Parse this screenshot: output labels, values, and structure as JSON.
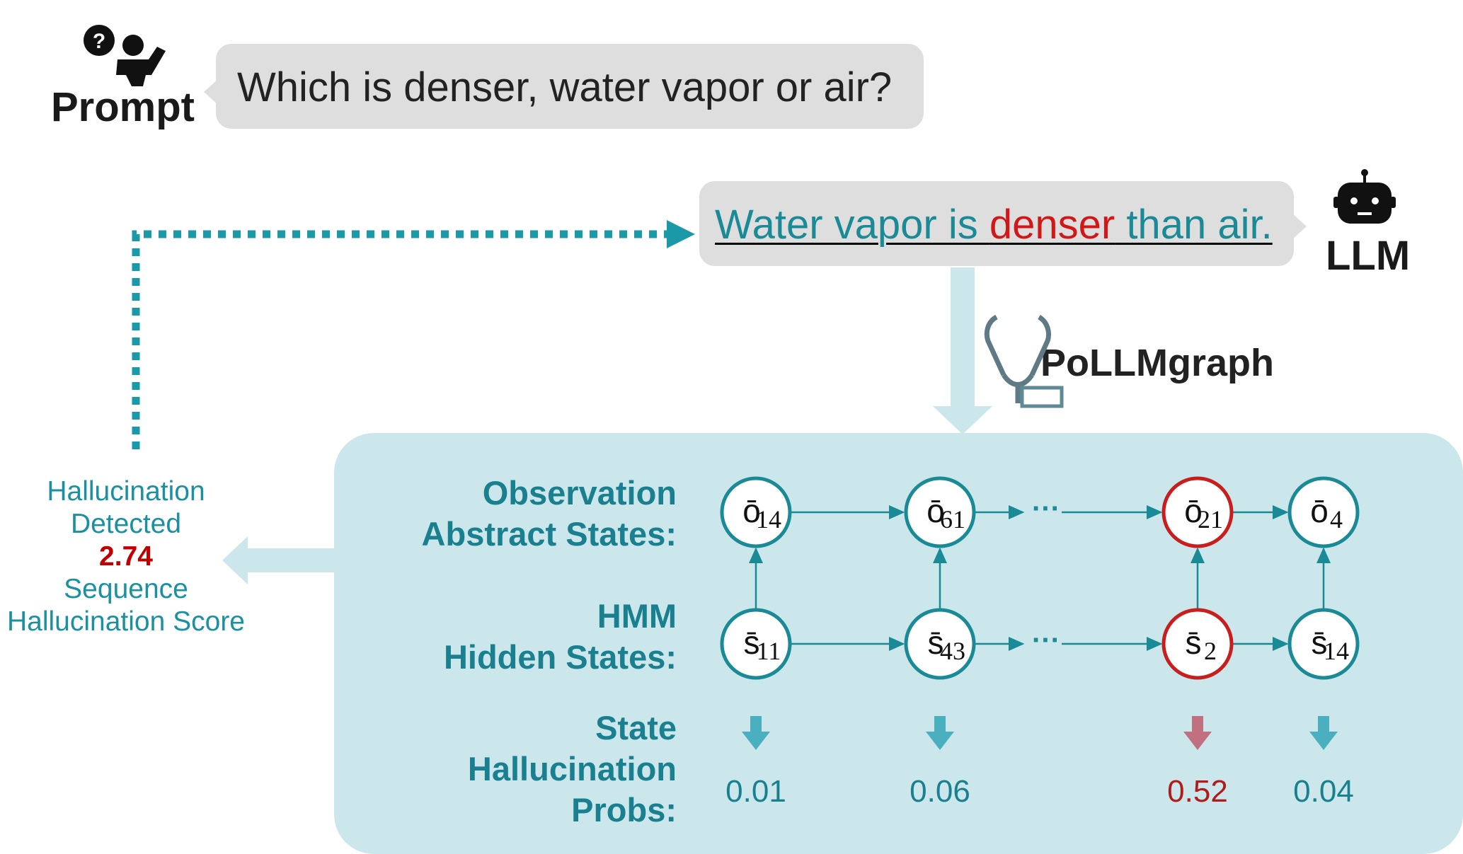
{
  "prompt": {
    "label": "Prompt",
    "question": "Which is denser, water vapor or air?"
  },
  "response": {
    "label": "LLM",
    "text_before": "Water vapor is ",
    "text_highlight": "denser",
    "text_after": " than air."
  },
  "tool": {
    "label": "PoLLMgraph"
  },
  "rows": {
    "observation_label_line1": "Observation",
    "observation_label_line2": "Abstract States:",
    "hidden_label_line1": "HMM",
    "hidden_label_line2": "Hidden States:",
    "prob_label_line1": "State",
    "prob_label_line2": "Hallucination",
    "prob_label_line3": "Probs:"
  },
  "states": [
    {
      "obs": "ō",
      "obs_sub": "14",
      "hidden": "s̄",
      "hidden_sub": "11",
      "prob": "0.01",
      "flag": false
    },
    {
      "obs": "ō",
      "obs_sub": "61",
      "hidden": "s̄",
      "hidden_sub": "43",
      "prob": "0.06",
      "flag": false
    },
    {
      "obs": "ō",
      "obs_sub": "21",
      "hidden": "s̄",
      "hidden_sub": "2",
      "prob": "0.52",
      "flag": true
    },
    {
      "obs": "ō",
      "obs_sub": "4",
      "hidden": "s̄",
      "hidden_sub": "14",
      "prob": "0.04",
      "flag": false
    }
  ],
  "score": {
    "line1": "Hallucination",
    "line2": "Detected",
    "value": "2.74",
    "line3": "Sequence",
    "line4": "Hallucination Score"
  },
  "colors": {
    "teal": "#1a8a96",
    "red": "#c81e1e",
    "panel": "#cbe7ec",
    "bubble": "#dedede"
  },
  "icons": [
    "person-question-icon",
    "robot-icon",
    "stethoscope-icon"
  ]
}
